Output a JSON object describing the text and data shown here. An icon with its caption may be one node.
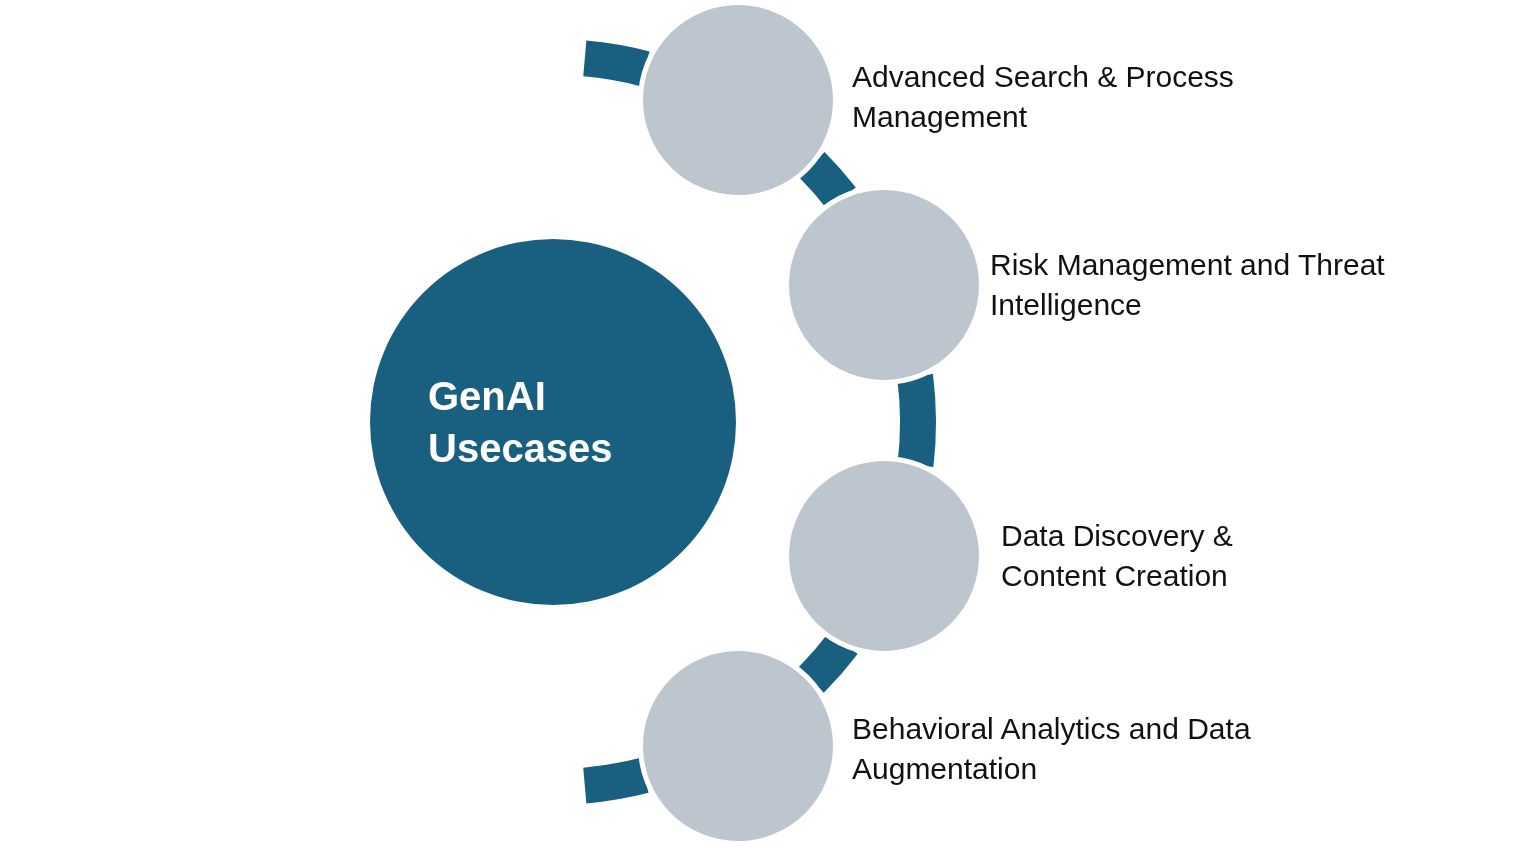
{
  "diagram": {
    "nodes": [
      {
        "text": [
          "GenAI Usecases"
        ]
      },
      {
        "text": [],
        "shape": "circle",
        "beside": [
          "Advanced Search & Process Management"
        ]
      },
      {
        "text": [],
        "shape": "circle",
        "beside": [
          "Risk Management and Threat Intelligence"
        ]
      },
      {
        "text": [],
        "shape": "circle",
        "beside": [
          "Data Discovery & Content Creation"
        ]
      },
      {
        "text": [],
        "shape": "circle",
        "beside": [
          "Behavioral Analytics and Data Augmentation"
        ]
      }
    ],
    "edges": [
      {
        "from": null,
        "to": 1,
        "arrow": "none"
      },
      {
        "from": 1,
        "to": 2,
        "arrow": "none"
      },
      {
        "from": 2,
        "to": 3,
        "arrow": "none"
      },
      {
        "from": 3,
        "to": 4,
        "arrow": "none"
      },
      {
        "from": 4,
        "to": null,
        "arrow": "none"
      }
    ]
  }
}
